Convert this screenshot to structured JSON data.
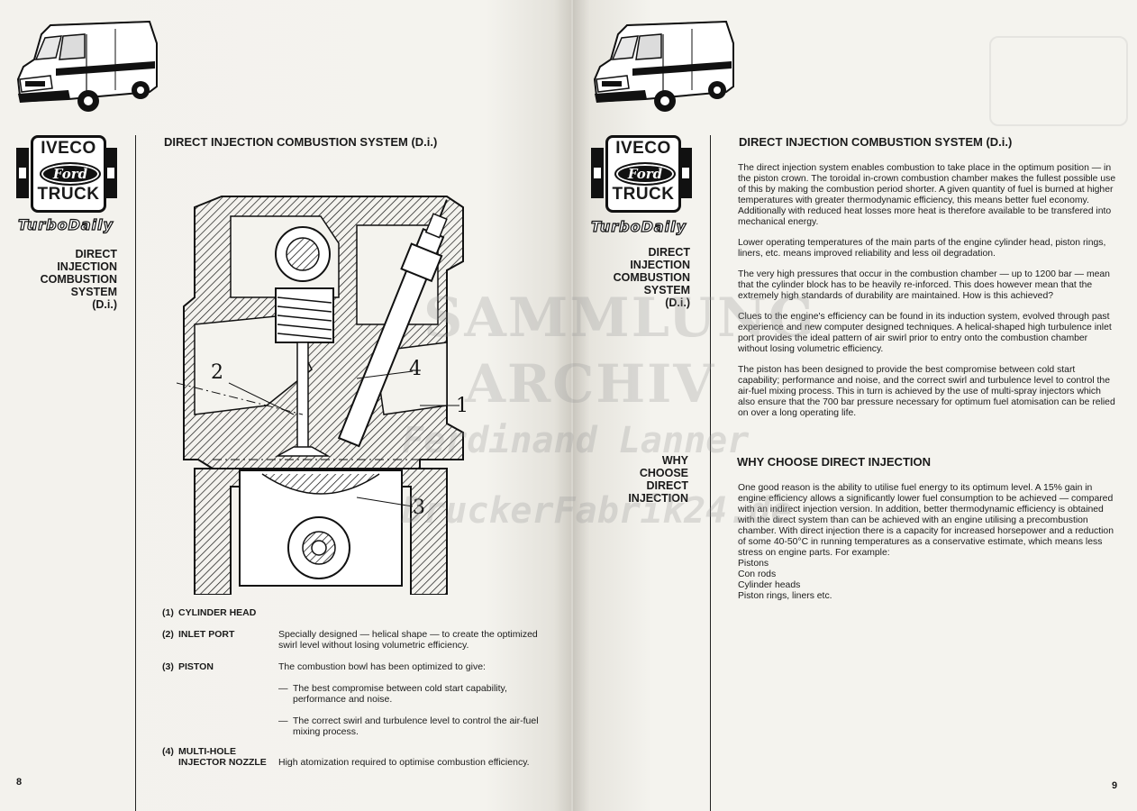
{
  "brand": {
    "logo_top": "IVECO",
    "logo_middle": "Ford",
    "logo_bottom": "TRUCK",
    "model": "TurboDaily"
  },
  "left_page": {
    "side_heading": [
      "DIRECT",
      "INJECTION",
      "COMBUSTION",
      "SYSTEM",
      "(D.i.)"
    ],
    "title": "DIRECT INJECTION COMBUSTION SYSTEM (D.i.)",
    "diagram_labels": [
      "1",
      "2",
      "3",
      "4"
    ],
    "parts": [
      {
        "num": "(1)",
        "name": "CYLINDER HEAD",
        "desc": ""
      },
      {
        "num": "(2)",
        "name": "INLET PORT",
        "desc": "Specially designed — helical shape — to create the optimized swirl level without losing volumetric efficiency."
      },
      {
        "num": "(3)",
        "name": "PISTON",
        "desc": "The combustion bowl has been optimized to give:"
      },
      {
        "num": "(4)",
        "name": "MULTI-HOLE",
        "name2": "INJECTOR NOZZLE",
        "desc": "High atomization required to optimise combustion efficiency."
      }
    ],
    "piston_points": [
      "The best compromise between cold start capability, performance and noise.",
      "The correct swirl and turbulence level to control the air-fuel mixing process."
    ],
    "page_number": "8"
  },
  "right_page": {
    "side_heading": [
      "DIRECT",
      "INJECTION",
      "COMBUSTION",
      "SYSTEM",
      "(D.i.)"
    ],
    "title": "DIRECT INJECTION COMBUSTION SYSTEM (D.i.)",
    "paragraphs": [
      "The direct injection system enables combustion to take place in the optimum position — in the piston crown. The toroidal in-crown combustion chamber makes the fullest possible use of this by making the combustion period shorter. A given quantity of fuel is burned at higher temperatures with greater thermodynamic efficiency, this means better fuel economy. Additionally with reduced heat losses more heat is therefore available to be transfered into mechanical energy.",
      "Lower operating temperatures of the main parts of the engine cylinder head, piston rings, liners, etc. means improved reliability and less oil degradation.",
      "The very high pressures that occur in the combustion chamber — up to 1200 bar — mean that the cylinder block has to be heavily re-inforced. This does however mean that the extremely high standards of durability are maintained. How is this achieved?",
      "Clues to the engine's efficiency can be found in its induction system, evolved through past experience and new computer designed techniques. A helical-shaped high turbulence inlet port provides the ideal pattern of air swirl prior to entry onto the combustion chamber without losing volumetric efficiency.",
      "The piston has been designed to provide the best compromise between cold start capability; performance and noise, and the correct swirl and turbulence level to control the air-fuel mixing process. This in turn is achieved by the use of multi-spray injectors which also ensure that the 700 bar pressure necessary for optimum fuel atomisation can be relied on over a long operating life."
    ],
    "why_side_heading": [
      "WHY",
      "CHOOSE",
      "DIRECT",
      "INJECTION"
    ],
    "why_title": "WHY CHOOSE DIRECT INJECTION",
    "why_paragraph": "One good reason is the ability to utilise fuel energy to its optimum level. A 15% gain in engine efficiency allows a significantly lower fuel consumption to be achieved — compared with an indirect injection version. In addition, better thermodynamic efficiency is obtained with the direct system than can be achieved with an engine utilising a precombustion chamber. With direct injection there is a capacity for increased horsepower and a reduction of some 40-50°C in running temperatures as a conservative estimate, which means less stress on engine parts. For example:",
    "examples": [
      "Pistons",
      "Con rods",
      "Cylinder heads",
      "Piston rings, liners etc."
    ],
    "page_number": "9"
  },
  "watermark": {
    "line1": "SAMMLUNG",
    "line2": "ARCHIV",
    "line3": "Ferdinand Lanner",
    "line4": "DruckerFabrik24.de"
  }
}
